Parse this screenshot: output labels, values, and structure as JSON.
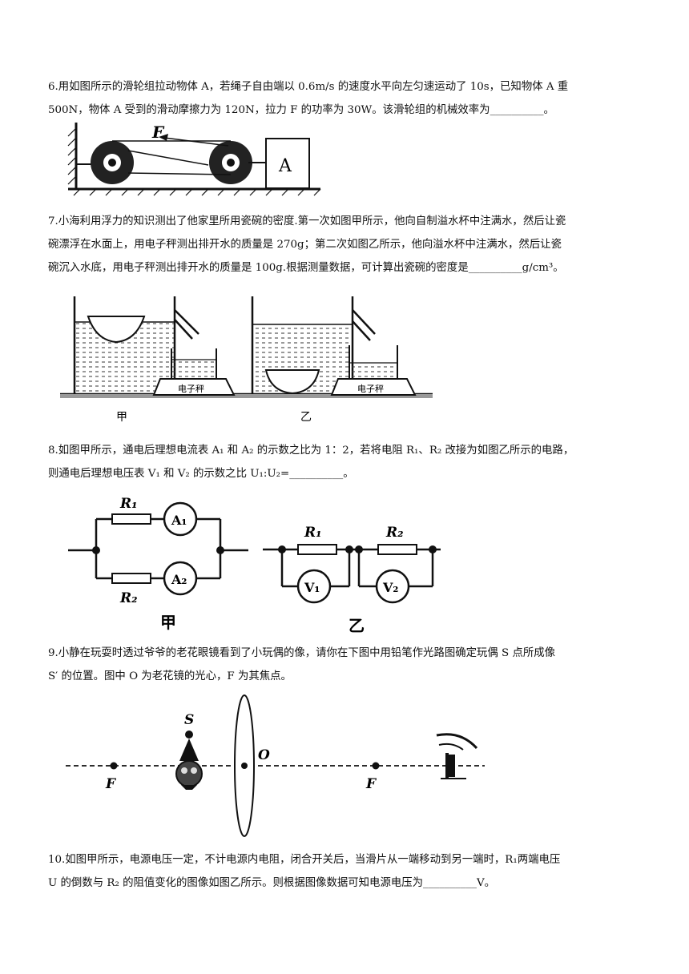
{
  "questions": [
    {
      "id": "q6",
      "lines": [
        "6.用如图所示的滑轮组拉动物体 A，若绳子自由端以 0.6m/s 的速度水平向左匀速运动了 10s，已知物体 A 重",
        "500N，物体 A 受到的滑动摩擦力为 120N，拉力 F 的功率为 30W。该滑轮组的机械效率为__________。"
      ]
    },
    {
      "id": "q7",
      "lines": [
        "7.小海利用浮力的知识测出了他家里所用瓷碗的密度.第一次如图甲所示，他向自制溢水杯中注满水，然后让瓷",
        "碗漂浮在水面上，用电子秤测出排开水的质量是 270g；第二次如图乙所示，他向溢水杯中注满水，然后让瓷",
        "碗沉入水底，用电子秤测出排开水的质量是 100g.根据测量数据，可计算出瓷碗的密度是__________g/cm³。"
      ]
    },
    {
      "id": "q8",
      "lines": [
        "8.如图甲所示，通电后理想电流表 A₁ 和 A₂ 的示数之比为 1：2，若将电阻 R₁、R₂ 改接为如图乙所示的电路，",
        "则通电后理想电压表 V₁ 和 V₂ 的示数之比 U₁:U₂=__________。"
      ]
    },
    {
      "id": "q9",
      "lines": [
        "9.小静在玩耍时透过爷爷的老花眼镜看到了小玩偶的像，请你在下图中用铅笔作光路图确定玩偶 S 点所成像",
        "S′ 的位置。图中 O 为老花镜的光心，F 为其焦点。"
      ]
    },
    {
      "id": "q10",
      "lines": [
        "10.如图甲所示，电源电压一定，不计电源内电阻，闭合开关后，当滑片从一端移动到另一端时，R₁两端电压",
        "U 的倒数与 R₂ 的阻值变化的图像如图乙所示。则根据图像数据可知电源电压为__________V。"
      ]
    }
  ],
  "figures": {
    "pulley": {
      "force_label": "F",
      "block_label": "A"
    },
    "cups": {
      "scale_label": "电子秤",
      "left_caption": "甲",
      "right_caption": "乙"
    },
    "circuit": {
      "r1": "R₁",
      "r2": "R₂",
      "a1": "A₁",
      "a2": "A₂",
      "v1": "V₁",
      "v2": "V₂",
      "left_caption": "甲",
      "right_caption": "乙"
    },
    "lens": {
      "s_label": "S",
      "o_label": "O",
      "f_left": "F",
      "f_right": "F"
    }
  }
}
